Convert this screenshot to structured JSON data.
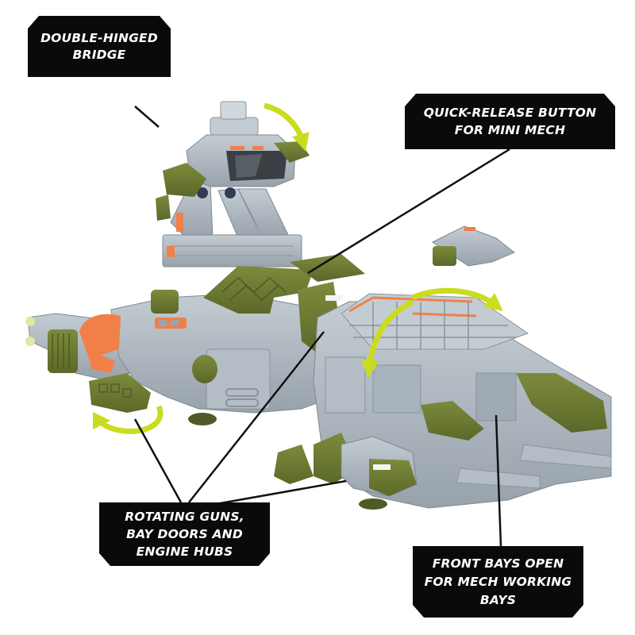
{
  "image": {
    "subject": "Mech transport vehicle toy",
    "background": "#ffffff",
    "colors": {
      "plastic_gray": "#a9b3bc",
      "plastic_gray_light": "#c4ccd3",
      "plastic_gray_dark": "#8a949d",
      "olive_green": "#6f7d34",
      "olive_green_dark": "#566228",
      "orange_accent": "#f08048",
      "arrow_yellow_green": "#c9dc1e",
      "canopy_dark": "#3b3f44",
      "label_background": "#0a0a0a",
      "label_text": "#ffffff",
      "leader_line": "#111111"
    }
  },
  "callouts": [
    {
      "id": "bridge",
      "lines": [
        "DOUBLE-HINGED",
        "BRIDGE"
      ]
    },
    {
      "id": "quick",
      "lines": [
        "QUICK-RELEASE BUTTON",
        "FOR MINI MECH"
      ]
    },
    {
      "id": "rotating",
      "lines": [
        "ROTATING GUNS,",
        "BAY DOORS AND",
        "ENGINE HUBS"
      ]
    },
    {
      "id": "front",
      "lines": [
        "FRONT BAYS OPEN",
        "FOR MECH WORKING",
        "BAYS"
      ]
    }
  ],
  "motion_arrows": [
    {
      "id": "bridge-rotation",
      "meaning": "bridge swings forward"
    },
    {
      "id": "gun-rotation",
      "meaning": "side gun rotates"
    },
    {
      "id": "bay-door-rotation",
      "meaning": "bay doors open"
    }
  ]
}
